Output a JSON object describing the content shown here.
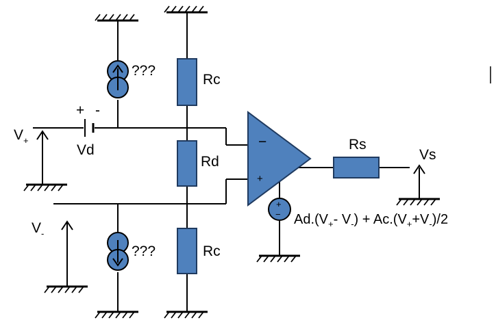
{
  "labels": {
    "v_plus_main": "V",
    "v_plus_sub": "+",
    "v_minus_main": "V",
    "v_minus_sub": "-",
    "battery_plus": "+",
    "battery_minus": "-",
    "vd": "Vd",
    "rc_top": "Rc",
    "rc_bottom": "Rc",
    "rd": "Rd",
    "rs": "Rs",
    "vs": "Vs",
    "source_top_unknown": "???",
    "source_bottom_unknown": "???",
    "opamp_minus": "−",
    "opamp_plus": "+",
    "ctrl_plus": "+",
    "ctrl_minus": "−",
    "formula": {
      "p1": "Ad.(V",
      "s1": "+",
      "p2": "- V",
      "s2": "-",
      "p3": ") + Ac.(V",
      "s3": "+",
      "p4": "+V",
      "s4": "-",
      "p5": ")/2"
    }
  },
  "colors": {
    "component_fill": "#4f81bd",
    "component_stroke": "#1f3a5f",
    "wire": "#000000"
  }
}
